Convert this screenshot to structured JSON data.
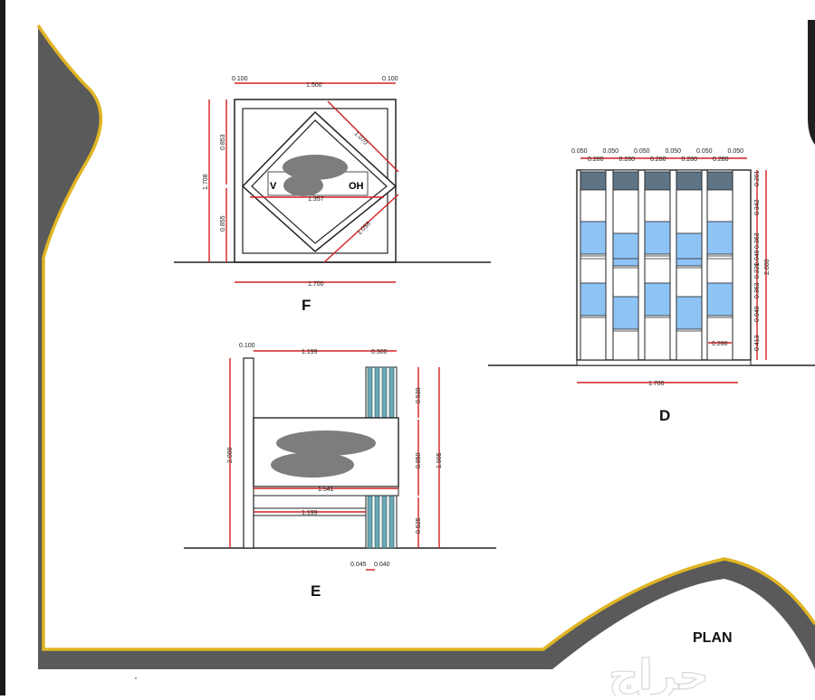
{
  "labels": {
    "view_f": "F",
    "view_e": "E",
    "view_d": "D",
    "plan": "PLAN",
    "watermark": "حراج"
  },
  "colors": {
    "road_asphalt": "#555555",
    "road_edge": "#e0b423",
    "dimension_line": "#d42020",
    "glass": "#8ec3f5",
    "glass_dark": "#5f7485",
    "cladding": "#6aa9b3"
  },
  "view_f": {
    "top_dims": [
      "0.100",
      "1.500",
      "0.100"
    ],
    "left_total": "1.708",
    "left_upper": "0.853",
    "left_lower": "0.855",
    "diag_upper": "1.070",
    "diag_lower": "1.058",
    "sign_width": "1.357",
    "sign_text_partial": "V",
    "sign_text_partial_2": "OH",
    "base_width": "1.700"
  },
  "view_e": {
    "top_dims": [
      "0.100",
      "1.199",
      "0.300"
    ],
    "left_height": "2.000",
    "sign_width": "1.541",
    "lower_bar": "1.199",
    "right_dims": [
      "0.530",
      "0.850",
      "0.525"
    ],
    "right_total": "1.905",
    "bottom_dims": [
      "0.045",
      "0.040"
    ]
  },
  "view_d": {
    "top_offsets": [
      "0.050",
      "0.050",
      "0.050",
      "0.050",
      "0.050",
      "0.050"
    ],
    "top_widths": [
      "0.280",
      "0.280",
      "0.280",
      "0.280",
      "0.280"
    ],
    "right_dims": [
      "0.201",
      "0.342",
      "0.363",
      "0.049",
      "0.221",
      "0.363",
      "0.049",
      "0.413"
    ],
    "right_total": "2.000",
    "inner_dim": "0.280",
    "base_width": "1.700"
  }
}
